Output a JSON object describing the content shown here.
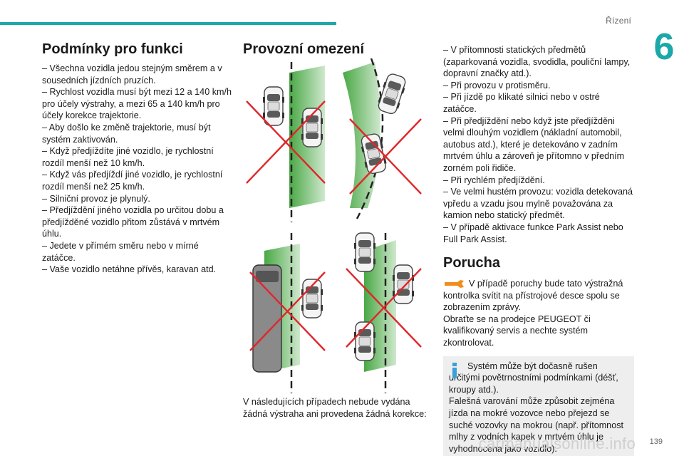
{
  "header": {
    "section": "Řízení",
    "chapter": "6"
  },
  "conditions": {
    "title": "Podmínky pro funkci",
    "items": [
      "– Všechna vozidla jedou stejným směrem a v sousedních jízdních pruzích.",
      "– Rychlost vozidla musí být mezi 12 a 140 km/h pro účely výstrahy, a mezi 65 a 140 km/h pro účely korekce trajektorie.",
      "– Aby došlo ke změně trajektorie, musí být systém zaktivován.",
      "– Když předjíždíte jiné vozidlo, je rychlostní rozdíl menší než 10 km/h.",
      "– Když vás předjíždí jiné vozidlo, je rychlostní rozdíl menší než 25 km/h.",
      "– Silniční provoz je plynulý.",
      "– Předjíždění jiného vozidla po určitou dobu a předjížděné vozidlo přitom zůstává v mrtvém úhlu.",
      "– Jedete v přímém směru nebo v mírné zatáčce.",
      "– Vaše vozidlo netáhne přívěs, karavan atd."
    ]
  },
  "limits": {
    "title": "Provozní omezení",
    "caption": "V následujících případech nebude vydána žádná výstraha ani provedena žádná korekce:",
    "items": [
      "– V přítomnosti statických předmětů (zaparkovaná vozidla, svodidla, pouliční lampy, dopravní značky atd.).",
      "– Při provozu v protisměru.",
      "– Při jízdě po klikaté silnici nebo v ostré zatáčce.",
      "– Při předjíždění nebo když jste předjížděni velmi dlouhým vozidlem (nákladní automobil, autobus atd.), které je detekováno v zadním mrtvém úhlu a zároveň je přítomno v předním zorném poli řidiče.",
      "– Při rychlém předjíždění.",
      "– Ve velmi hustém provozu: vozidla detekovaná vpředu a vzadu jsou mylně považována za kamion nebo statický předmět.",
      "– V případě aktivace funkce Park Assist nebo Full Park Assist."
    ]
  },
  "fault": {
    "title": "Porucha",
    "para1": "V případě poruchy bude tato výstražná kontrolka svítit na přístrojové desce spolu se zobrazením zprávy.",
    "para2": "Obraťte se na prodejce PEUGEOT či kvalifikovaný servis a nechte systém zkontrolovat."
  },
  "note": {
    "para1": "Systém může být dočasně rušen určitými povětrnostními podmínkami (déšť, kroupy atd.).",
    "para2": "Falešná varování může způsobit zejména jízda na mokré vozovce nebo přejezd se suché vozovky na mokrou (např. přítomnost mlhy z vodních kapek v mrtvém úhlu je vyhodnocena jako vozidlo)."
  },
  "footer": {
    "page": "139",
    "watermark": "carmanualsonline.info"
  },
  "colors": {
    "accent": "#1ba8a8",
    "zone": "#3fa33a",
    "cross": "#e0262b",
    "wrench": "#f28c1b",
    "info": "#3aa0d8"
  }
}
